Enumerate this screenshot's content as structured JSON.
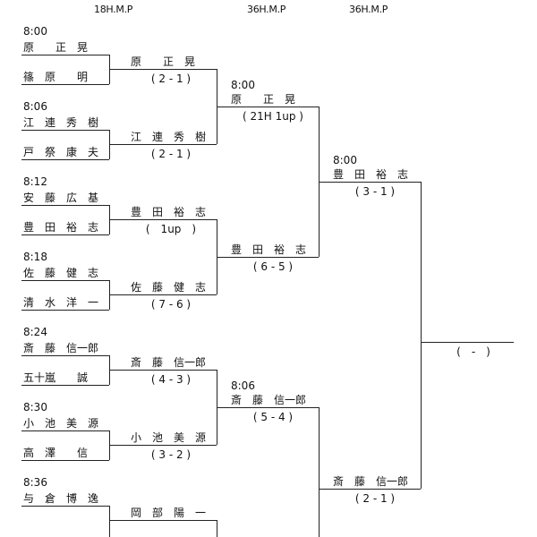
{
  "headers": [
    "18H.M.P",
    "36H.M.P",
    "36H.M.P"
  ],
  "round1": [
    {
      "time": "8:00",
      "players": [
        "原　　正　晃",
        "篠　原　　明"
      ]
    },
    {
      "time": "8:06",
      "players": [
        "江　連　秀　樹",
        "戸　祭　康　夫"
      ]
    },
    {
      "time": "8:12",
      "players": [
        "安　藤　広　基",
        "豊　田　裕　志"
      ]
    },
    {
      "time": "8:18",
      "players": [
        "佐　藤　健　志",
        "清　水　洋　一"
      ]
    },
    {
      "time": "8:24",
      "players": [
        "斎　藤　信一郎",
        "五十嵐　　誠"
      ]
    },
    {
      "time": "8:30",
      "players": [
        "小　池　美　源",
        "高　澤　　信"
      ]
    },
    {
      "time": "8:36",
      "players": [
        "与　倉　博　逸"
      ]
    }
  ],
  "round2": [
    {
      "winner": "原　　正　晃",
      "score": "( 2 - 1 )"
    },
    {
      "winner": "江　連　秀　樹",
      "score": "( 2 - 1 )"
    },
    {
      "winner": "豊　田　裕　志",
      "score": "(　1up　)"
    },
    {
      "winner": "佐　藤　健　志",
      "score": "( 7 - 6 )"
    },
    {
      "winner": "斎　藤　信一郎",
      "score": "( 4 - 3 )"
    },
    {
      "winner": "小　池　美　源",
      "score": "( 3 - 2 )"
    },
    {
      "winner": "岡　部　陽　一"
    }
  ],
  "round3": [
    {
      "time": "8:00",
      "winner": "原　　正　晃",
      "score": "( 21H 1up )"
    },
    {
      "winner": "豊　田　裕　志",
      "score": "( 6 - 5 )"
    },
    {
      "time": "8:06",
      "winner": "斎　藤　信一郎",
      "score": "( 5 - 4 )"
    }
  ],
  "round4": [
    {
      "time": "8:00",
      "winner": "豊　田　裕　志",
      "score": "( 3 - 1 )"
    },
    {
      "winner": "斎　藤　信一郎",
      "score": "( 2 - 1 )"
    }
  ],
  "final": {
    "winner": "",
    "score": "(　-　)"
  }
}
